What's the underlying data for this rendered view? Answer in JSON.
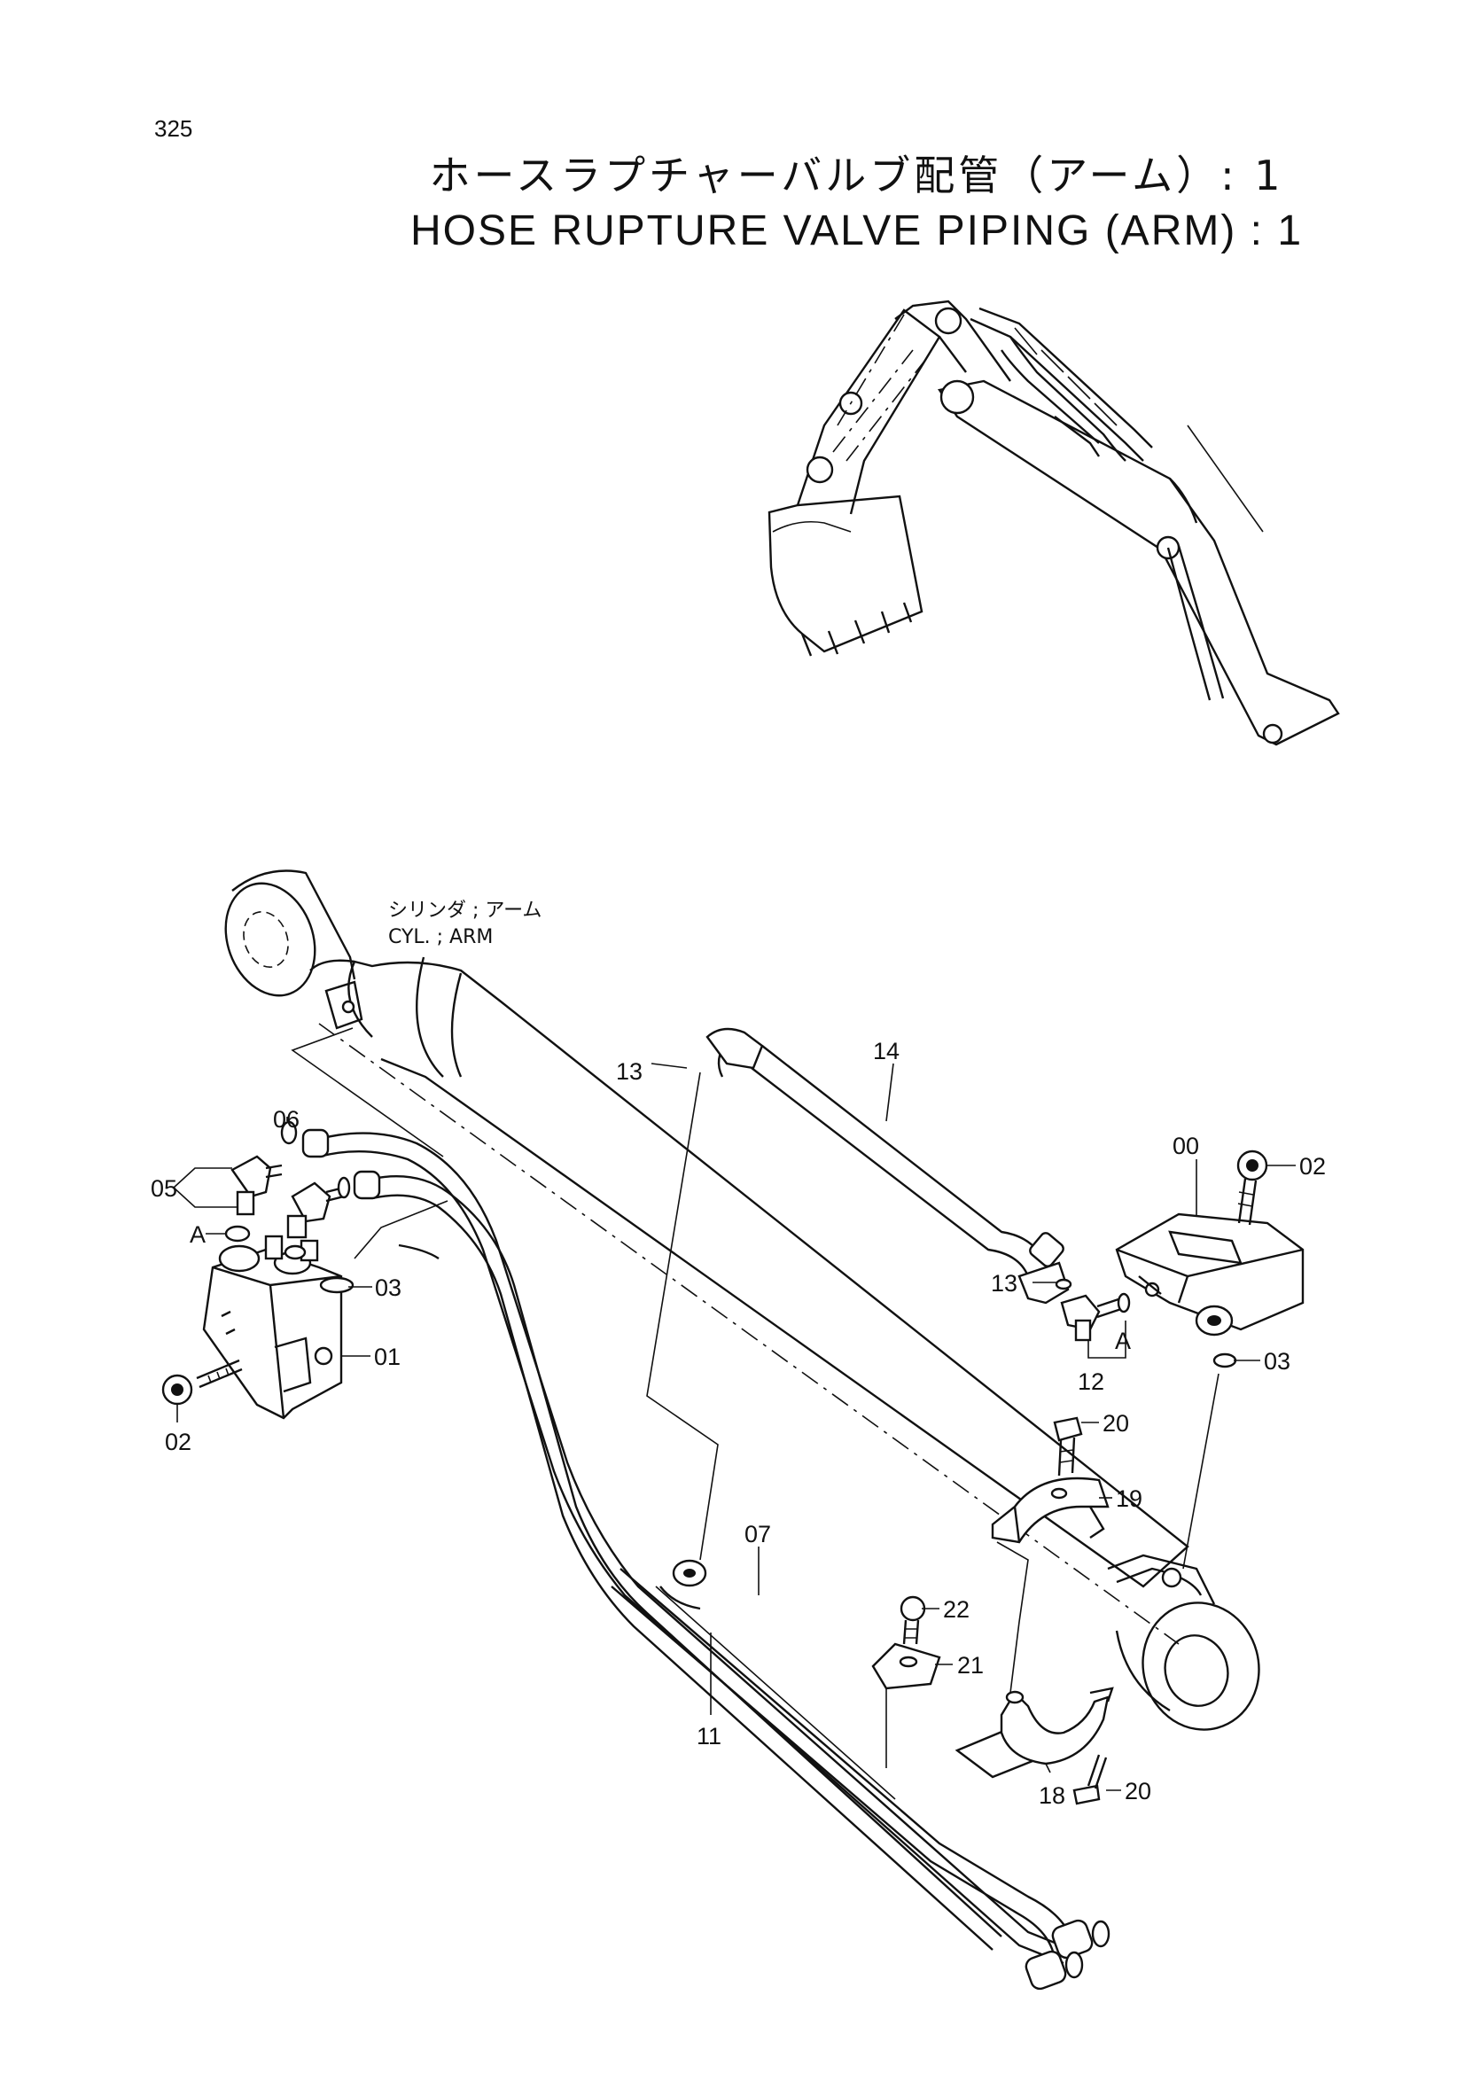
{
  "page": {
    "number": "325",
    "title_jp": "ホースラプチャーバルブ配管（アーム）: 1",
    "title_en": "HOSE RUPTURE VALVE PIPING (ARM) : 1"
  },
  "diagram": {
    "cylinder_label_jp": "シリンダ ; アーム",
    "cylinder_label_en": "CYL. ; ARM",
    "callouts": {
      "c00": "00",
      "c01": "01",
      "c02_left": "02",
      "c02_right": "02",
      "c03_left": "03",
      "c03_right": "03",
      "c05": "05",
      "c06": "06",
      "c07": "07",
      "c11": "11",
      "c12": "12",
      "c13_top": "13",
      "c13_right": "13",
      "c14": "14",
      "c18": "18",
      "c19": "19",
      "c20_top": "20",
      "c20_bottom": "20",
      "c21": "21",
      "c22": "22",
      "ref_a_left": "A",
      "ref_a_right": "A"
    }
  }
}
